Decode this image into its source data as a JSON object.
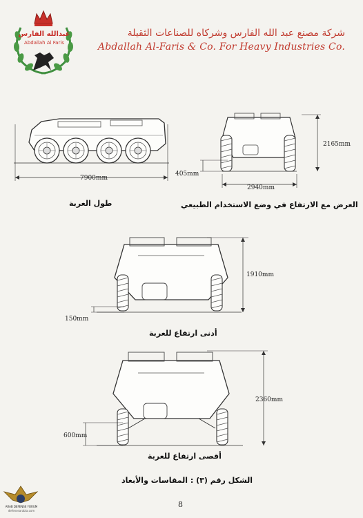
{
  "header": {
    "logo_arabic": "عبدالله الفارس",
    "logo_english": "Abdallah Al Faris",
    "company_arabic": "شركة مصنع عبد الله الفارس وشركاه للصناعات الثقيلة",
    "company_english": "Abdallah Al-Faris & Co. For Heavy Industries Co."
  },
  "figures": {
    "side": {
      "length": "7900mm",
      "caption": "طول العربة"
    },
    "front_normal": {
      "height": "2165mm",
      "ground": "405mm",
      "width": "2940mm",
      "caption": "العرض مع الارتفاع في وضع الاستخدام الطبيعي"
    },
    "front_low": {
      "height": "1910mm",
      "ground": "150mm",
      "caption": "أدنى ارتفاع للعربة"
    },
    "front_high": {
      "height": "2360mm",
      "ground": "600mm",
      "caption": "أقصى ارتفاع للعربة"
    }
  },
  "figure_title": "الشكل رقم (٣) : المقاسات والأبعاد",
  "page_number": "8",
  "watermark": {
    "line1": "ARAB DEFENSE FORUM",
    "line2": "defensearabia.com"
  },
  "colors": {
    "header_red": "#c13b2f",
    "logo_green": "#3f8f3f"
  }
}
